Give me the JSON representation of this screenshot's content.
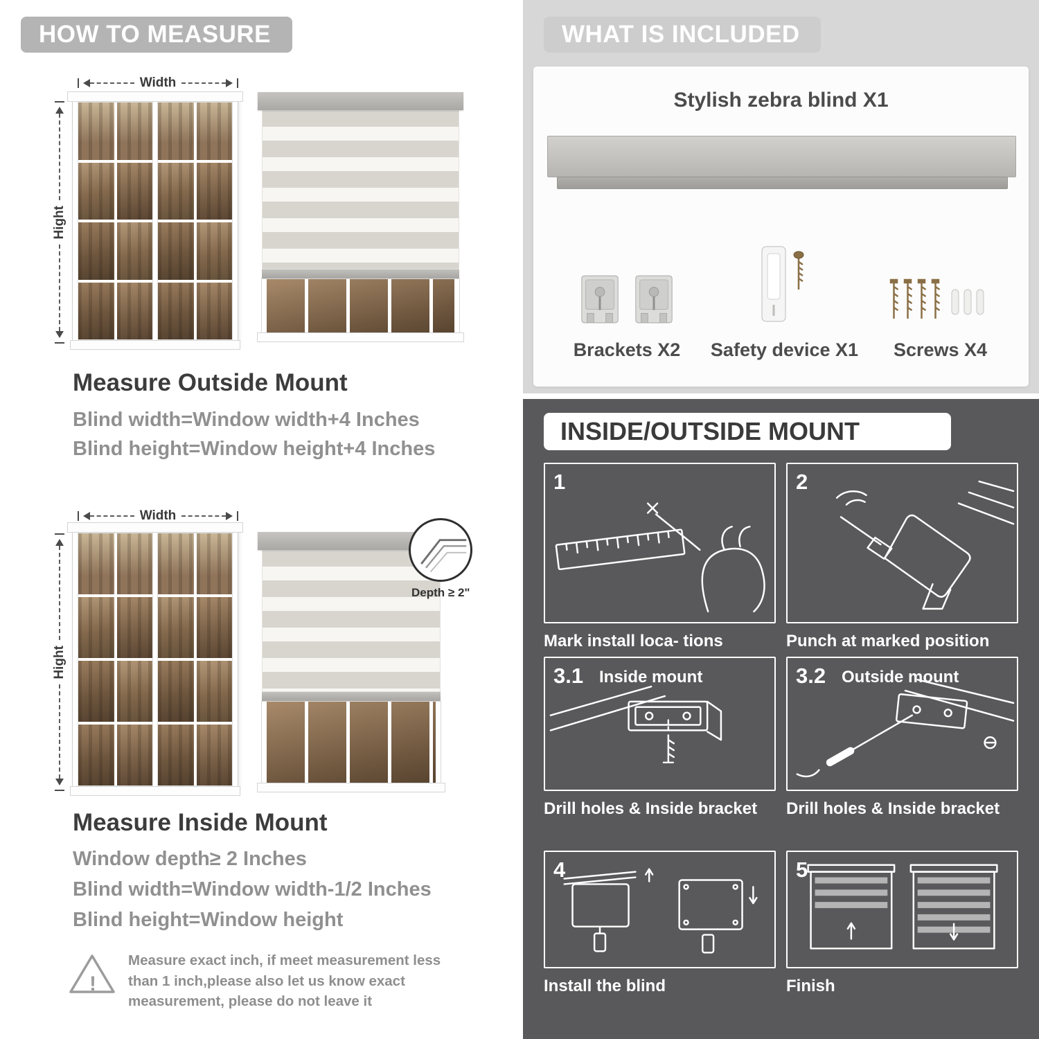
{
  "left": {
    "banner": "HOW TO MEASURE",
    "measure_width_label": "Width",
    "measure_height_label": "Hight",
    "outside": {
      "heading": "Measure Outside Mount",
      "line1": "Blind width=Window width+4 Inches",
      "line2": "Blind height=Window height+4 Inches"
    },
    "inside": {
      "heading": "Measure Inside Mount",
      "depth_callout": "Depth ≥ 2\"",
      "line1": "Window depth≥ 2 Inches",
      "line2": "Blind width=Window width-1/2 Inches",
      "line3": "Blind height=Window height"
    },
    "note": {
      "mark": "!",
      "text": "Measure exact inch, if meet measurement less than 1 inch,please also let us know exact measurement, please do not leave it"
    }
  },
  "right": {
    "included": {
      "banner": "WHAT IS INCLUDED",
      "product_label": "Stylish zebra blind X1",
      "items": [
        {
          "label": "Brackets X2"
        },
        {
          "label": "Safety device X1"
        },
        {
          "label": "Screws X4"
        }
      ]
    },
    "mount": {
      "banner": "INSIDE/OUTSIDE MOUNT",
      "steps": [
        {
          "num": "1",
          "label": "",
          "caption": "Mark install loca- tions"
        },
        {
          "num": "2",
          "label": "",
          "caption": "Punch at  marked position"
        },
        {
          "num": "3.1",
          "label": "Inside mount",
          "caption": "Drill holes &  Inside bracket"
        },
        {
          "num": "3.2",
          "label": "Outside mount",
          "caption": "Drill holes &  Inside bracket"
        },
        {
          "num": "4",
          "label": "",
          "caption": "Install the blind"
        },
        {
          "num": "5",
          "label": "",
          "caption": "Finish"
        }
      ]
    }
  },
  "colors": {
    "banner_gray": "#b4b4b4",
    "section_gray": "#d7d7d7",
    "dark_panel": "#59595b",
    "stripe_gray": "#d8d5ce"
  }
}
